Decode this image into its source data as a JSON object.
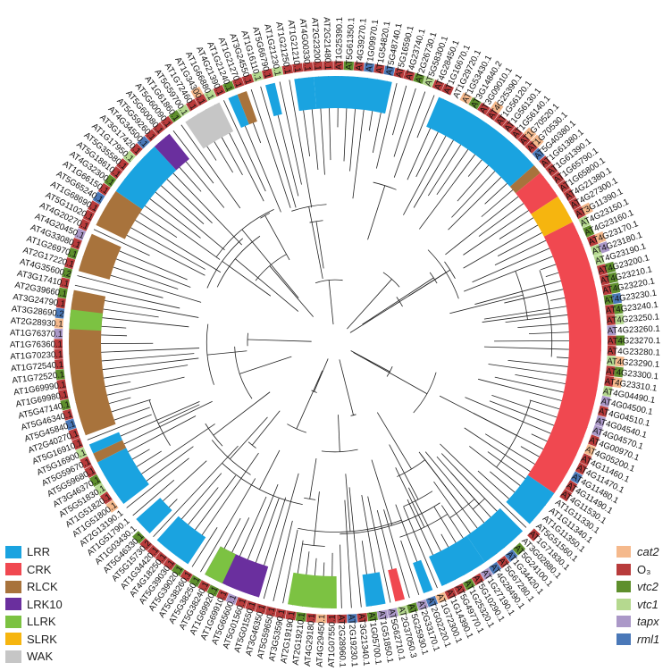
{
  "figure": {
    "subfamilies": [
      {
        "key": "LRR",
        "label": "LRR",
        "color": "#1aa3e0"
      },
      {
        "key": "CRK",
        "label": "CRK",
        "color": "#f04850"
      },
      {
        "key": "RLCK",
        "label": "RLCK",
        "color": "#a8733c"
      },
      {
        "key": "LRK10",
        "label": "LRK10",
        "color": "#6a2f9e"
      },
      {
        "key": "LLRK",
        "label": "LLRK",
        "color": "#7cc242"
      },
      {
        "key": "SLRK",
        "label": "SLRK",
        "color": "#f6b50f"
      },
      {
        "key": "WAK",
        "label": "WAK",
        "color": "#c6c6c6"
      }
    ],
    "markers": [
      {
        "key": "cat2",
        "label": "cat2",
        "color": "#f5b98c",
        "italic": true
      },
      {
        "key": "O3",
        "label": "O₃",
        "color": "#b83b3b",
        "italic": false
      },
      {
        "key": "vtc2",
        "label": "vtc2",
        "color": "#5e8f2c",
        "italic": true
      },
      {
        "key": "vtc1",
        "label": "vtc1",
        "color": "#b5d98f",
        "italic": true
      },
      {
        "key": "tapx",
        "label": "tapx",
        "color": "#ab98c8",
        "italic": true
      },
      {
        "key": "rml1",
        "label": "rml1",
        "color": "#4a78b8",
        "italic": true
      }
    ],
    "tips": [
      {
        "id": "AT1G16670.1",
        "markers": [
          "O3"
        ]
      },
      {
        "id": "AT1G29720.1",
        "markers": []
      },
      {
        "id": "AT1G53430.1",
        "markers": [
          "cat2"
        ]
      },
      {
        "id": "AT3G14840.2",
        "markers": [
          "vtc2"
        ]
      },
      {
        "id": "AT3G09010.1",
        "markers": [
          "O3"
        ]
      },
      {
        "id": "AT4G25390.1",
        "markers": [
          "O3",
          "cat2"
        ]
      },
      {
        "id": "AT1G56120.1",
        "markers": [
          "O3"
        ]
      },
      {
        "id": "AT1G56130.1",
        "markers": [
          "O3"
        ]
      },
      {
        "id": "AT1G56140.1",
        "markers": [
          "O3"
        ]
      },
      {
        "id": "AT1G70520.1",
        "markers": [
          "O3",
          "cat2"
        ]
      },
      {
        "id": "AT1G70530.1",
        "markers": [
          "O3",
          "cat2"
        ]
      },
      {
        "id": "AT5G40380.1",
        "markers": [
          "rml1"
        ]
      },
      {
        "id": "AT1G61380.1",
        "markers": [
          "O3"
        ]
      },
      {
        "id": "AT1G61390.1",
        "markers": [
          "O3"
        ]
      },
      {
        "id": "AT1G65790.1",
        "markers": [
          "O3"
        ]
      },
      {
        "id": "AT1G65800.1",
        "markers": [
          "O3"
        ]
      },
      {
        "id": "AT4G21380.1",
        "markers": [
          "O3"
        ]
      },
      {
        "id": "AT4G27300.1",
        "markers": [
          "O3"
        ]
      },
      {
        "id": "AT3G11390.1",
        "markers": [
          "O3",
          "cat2"
        ]
      },
      {
        "id": "AT4G23150.1",
        "markers": [
          "vtc1"
        ]
      },
      {
        "id": "AT4G23160.1",
        "markers": [
          "vtc2"
        ]
      },
      {
        "id": "AT4G23170.1",
        "markers": [
          "O3",
          "cat2"
        ]
      },
      {
        "id": "AT4G23180.1",
        "markers": [
          "vtc1",
          "tapx"
        ]
      },
      {
        "id": "AT4G23190.1",
        "markers": [
          "vtc1"
        ]
      },
      {
        "id": "AT4G23200.1",
        "markers": [
          "O3",
          "vtc2"
        ]
      },
      {
        "id": "AT4G23210.1",
        "markers": [
          "O3",
          "vtc2"
        ]
      },
      {
        "id": "AT4G23220.1",
        "markers": [
          "O3",
          "vtc2"
        ]
      },
      {
        "id": "AT4G23230.1",
        "markers": [
          "vtc2",
          "rml1"
        ]
      },
      {
        "id": "AT4G23240.1",
        "markers": [
          "O3",
          "vtc2"
        ]
      },
      {
        "id": "AT4G23250.1",
        "markers": [
          "O3",
          "vtc1"
        ]
      },
      {
        "id": "AT4G23260.1",
        "markers": [
          "tapx"
        ]
      },
      {
        "id": "AT4G23270.1",
        "markers": [
          "O3",
          "vtc2"
        ]
      },
      {
        "id": "AT4G23280.1",
        "markers": [
          "O3"
        ]
      },
      {
        "id": "AT4G23290.1",
        "markers": [
          "vtc1",
          "cat2"
        ]
      },
      {
        "id": "AT4G23300.1",
        "markers": [
          "O3",
          "vtc2"
        ]
      },
      {
        "id": "AT4G23310.1",
        "markers": [
          "O3",
          "cat2"
        ]
      },
      {
        "id": "AT4G04490.1",
        "markers": [
          "vtc1"
        ]
      },
      {
        "id": "AT4G04500.1",
        "markers": [
          "tapx"
        ]
      },
      {
        "id": "AT4G04510.1",
        "markers": [
          "O3"
        ]
      },
      {
        "id": "AT4G04540.1",
        "markers": [
          "tapx"
        ]
      },
      {
        "id": "AT4G04570.1",
        "markers": [
          "tapx"
        ]
      },
      {
        "id": "AT4G00970.1",
        "markers": [
          "O3"
        ]
      },
      {
        "id": "AT4G05200.1",
        "markers": [
          "cat2"
        ]
      },
      {
        "id": "AT4G11460.1",
        "markers": [
          "O3"
        ]
      },
      {
        "id": "AT4G11470.1",
        "markers": [
          "O3"
        ]
      },
      {
        "id": "AT4G11480.1",
        "markers": [
          "rml1"
        ]
      },
      {
        "id": "AT4G11490.1",
        "markers": [
          "O3"
        ]
      },
      {
        "id": "AT4G11530.1",
        "markers": [
          "O3"
        ]
      },
      {
        "id": "AT1G11330.1",
        "markers": []
      },
      {
        "id": "AT1G11340.1",
        "markers": []
      },
      {
        "id": "AT1G11350.1",
        "markers": []
      },
      {
        "id": "AT5G51560.1",
        "markers": []
      },
      {
        "id": "AT1G71830.1",
        "markers": [
          "O3"
        ]
      },
      {
        "id": "AT3G02880.1",
        "markers": []
      },
      {
        "id": "AT5G24100.1",
        "markers": [
          "vtc2"
        ]
      },
      {
        "id": "AT1G34420.1",
        "markers": [
          "rml1"
        ]
      },
      {
        "id": "AT5G67280.1",
        "markers": [
          "O3"
        ]
      },
      {
        "id": "AT4G28490.1",
        "markers": [
          "rml1"
        ]
      },
      {
        "id": "AT1G27190.1",
        "markers": [
          "tapx"
        ]
      },
      {
        "id": "AT5G10290.1",
        "markers": [
          "O3"
        ]
      },
      {
        "id": "AT1G25320.1",
        "markers": [
          "vtc2"
        ]
      },
      {
        "id": "AT5G49770.1",
        "markers": [
          "O3"
        ]
      },
      {
        "id": "AT1G14390.1",
        "markers": [
          "O3"
        ]
      },
      {
        "id": "AT1G72300.1",
        "markers": [
          "cat2"
        ]
      },
      {
        "id": "AT2G02220.1",
        "markers": [
          "rml1"
        ]
      },
      {
        "id": "AT2G33170.1",
        "markers": [
          "tapx"
        ]
      },
      {
        "id": "AT5G25930.1",
        "markers": [
          "vtc2"
        ]
      },
      {
        "id": "AT2G37050.3",
        "markers": [
          "vtc1"
        ]
      },
      {
        "id": "AT5G62710.1",
        "markers": [
          "tapx"
        ]
      },
      {
        "id": "AT1G51850.1",
        "markers": [
          "tapx"
        ]
      },
      {
        "id": "AT1G05700.1",
        "markers": [
          "vtc2"
        ]
      },
      {
        "id": "AT3G21340.1",
        "markers": [
          "O3"
        ]
      },
      {
        "id": "AT2G19230.1",
        "markers": [
          "rml1"
        ]
      },
      {
        "id": "AT2G28960.1",
        "markers": [
          "O3"
        ]
      },
      {
        "id": "AT1G07550.1",
        "markers": [
          "O3"
        ]
      },
      {
        "id": "AT4G29450.1",
        "markers": [
          "cat2"
        ]
      },
      {
        "id": "AT4G29180.1",
        "markers": [
          "O3"
        ]
      },
      {
        "id": "AT2G19210.1",
        "markers": [
          "vtc2"
        ]
      },
      {
        "id": "AT2G19190.1",
        "markers": [
          "O3"
        ]
      },
      {
        "id": "AT3G53590.1",
        "markers": [
          "O3"
        ]
      },
      {
        "id": "AT5G59650.1",
        "markers": [
          "O3"
        ]
      },
      {
        "id": "AT3G46350.1",
        "markers": [
          "O3"
        ]
      },
      {
        "id": "AT5G01550.1",
        "markers": [
          "O3"
        ]
      },
      {
        "id": "AT5G01560.1",
        "markers": [
          "O3"
        ]
      },
      {
        "id": "AT5G65600.1",
        "markers": [
          "tapx"
        ]
      },
      {
        "id": "AT1G69910.1",
        "markers": [
          "O3"
        ]
      },
      {
        "id": "AT1G69920.1",
        "markers": [
          "vtc2"
        ]
      },
      {
        "id": "AT5G38240.1",
        "markers": [
          "O3"
        ]
      },
      {
        "id": "AT5G38250.1",
        "markers": [
          "vtc2"
        ]
      },
      {
        "id": "AT5G38260.1",
        "markers": [
          "O3"
        ]
      },
      {
        "id": "AT5G39020.1",
        "markers": [
          "vtc2"
        ]
      },
      {
        "id": "AT5G39030.1",
        "markers": [
          "O3"
        ]
      },
      {
        "id": "AT4G18250.1",
        "markers": [
          "O3"
        ]
      },
      {
        "id": "AT1G34420.1",
        "markers": [
          "O3"
        ]
      },
      {
        "id": "AT5G15730.2",
        "markers": [
          "O3"
        ]
      },
      {
        "id": "AT5G46330.1",
        "markers": [
          "vtc2"
        ]
      },
      {
        "id": "AT1G03430.1",
        "markers": []
      },
      {
        "id": "AT1G51790.1",
        "markers": []
      },
      {
        "id": "AT2G13190.1",
        "markers": []
      },
      {
        "id": "AT1G51800.1",
        "markers": [
          "cat2"
        ]
      },
      {
        "id": "AT1G51820.1",
        "markers": [
          "O3"
        ]
      },
      {
        "id": "AT5G51830.1",
        "markers": [
          "vtc1"
        ]
      },
      {
        "id": "AT3G46370.1",
        "markers": [
          "vtc2"
        ]
      },
      {
        "id": "AT5G59680.1",
        "markers": [
          "O3"
        ]
      },
      {
        "id": "AT5G59670.1",
        "markers": [
          "O3"
        ]
      },
      {
        "id": "AT5G16900.1",
        "markers": [
          "vtc1"
        ]
      },
      {
        "id": "AT5G16910.1",
        "markers": [
          "O3"
        ]
      },
      {
        "id": "AT2G40270.1",
        "markers": [
          "O3"
        ]
      },
      {
        "id": "AT5G45840.1",
        "markers": [
          "rml1"
        ]
      },
      {
        "id": "AT5G46340.1",
        "markers": [
          "O3"
        ]
      },
      {
        "id": "AT5G47140.1",
        "markers": [
          "vtc2"
        ]
      },
      {
        "id": "AT1G69980.1",
        "markers": [
          "O3"
        ]
      },
      {
        "id": "AT1G69990.1",
        "markers": [
          "O3"
        ]
      },
      {
        "id": "AT1G72520.1",
        "markers": [
          "vtc2"
        ]
      },
      {
        "id": "AT1G72540.1",
        "markers": [
          "O3"
        ]
      },
      {
        "id": "AT1G70230.1",
        "markers": [
          "O3"
        ]
      },
      {
        "id": "AT1G76360.1",
        "markers": [
          "O3"
        ]
      },
      {
        "id": "AT1G76370.1",
        "markers": [
          "tapx"
        ]
      },
      {
        "id": "AT2G28930.1",
        "markers": [
          "cat2"
        ]
      },
      {
        "id": "AT3G28690.2",
        "markers": [
          "rml1"
        ]
      },
      {
        "id": "AT3G24790.1",
        "markers": [
          "O3"
        ]
      },
      {
        "id": "AT2G39660.1",
        "markers": [
          "vtc2"
        ]
      },
      {
        "id": "AT3G17410.1",
        "markers": [
          "O3"
        ]
      },
      {
        "id": "AT4G35600.2",
        "markers": [
          "vtc2"
        ]
      },
      {
        "id": "AT2G17220.1",
        "markers": [
          "O3"
        ]
      },
      {
        "id": "AT1G26970.1",
        "markers": [
          "vtc2"
        ]
      },
      {
        "id": "AT4G33080.1",
        "markers": [
          "O3"
        ]
      },
      {
        "id": "AT4G20450.1",
        "markers": [
          "tapx"
        ]
      },
      {
        "id": "AT4G20270.1",
        "markers": [
          "O3"
        ]
      },
      {
        "id": "AT5G11020.1",
        "markers": [
          "O3"
        ]
      },
      {
        "id": "AT1G68690.1",
        "markers": [
          "O3"
        ]
      },
      {
        "id": "AT5G65240.1",
        "markers": [
          "rml1"
        ]
      },
      {
        "id": "AT1G66150.1",
        "markers": [
          "O3"
        ]
      },
      {
        "id": "AT4G32300.1",
        "markers": [
          "vtc2"
        ]
      },
      {
        "id": "AT5G18610.1",
        "markers": [
          "O3"
        ]
      },
      {
        "id": "AT5G35580.1",
        "markers": [
          "O3"
        ]
      },
      {
        "id": "AT1G17950.1",
        "markers": [
          "vtc1"
        ]
      },
      {
        "id": "AT3G17420.1",
        "markers": [
          "O3"
        ]
      },
      {
        "id": "AT4G34500.1",
        "markers": [
          "rml1"
        ]
      },
      {
        "id": "AT5G59260.1",
        "markers": [
          "O3"
        ]
      },
      {
        "id": "AT5G60080.1",
        "markers": [
          "O3"
        ]
      },
      {
        "id": "AT5G60090.1",
        "markers": [
          "O3"
        ]
      },
      {
        "id": "AT1G61860.1",
        "markers": [
          "vtc2"
        ]
      },
      {
        "id": "AT5G59700.1",
        "markers": [
          "vtc1"
        ]
      },
      {
        "id": "AT1G72460.1",
        "markers": [
          "O3"
        ]
      },
      {
        "id": "AT1G34300.1",
        "markers": [
          "O3",
          "cat2"
        ]
      },
      {
        "id": "AT1G66880.1",
        "markers": [
          "vtc1"
        ]
      },
      {
        "id": "AT4G21390.1",
        "markers": [
          "O3"
        ]
      },
      {
        "id": "AT1G21240.1",
        "markers": [
          "vtc2"
        ]
      },
      {
        "id": "AT1G21270.1",
        "markers": [
          "O3"
        ]
      },
      {
        "id": "AT3G24550.1",
        "markers": [
          "O3"
        ]
      },
      {
        "id": "AT1G16110.1",
        "markers": [
          "vtc1"
        ]
      },
      {
        "id": "AT5G66790.1",
        "markers": [
          "O3"
        ]
      },
      {
        "id": "AT1G21230.1",
        "markers": [
          "vtc1"
        ]
      },
      {
        "id": "AT1G21250.1",
        "markers": [
          "O3"
        ]
      },
      {
        "id": "AT1G21210.1",
        "markers": [
          "O3"
        ]
      },
      {
        "id": "AT4G00330.1",
        "markers": [
          "O3"
        ]
      },
      {
        "id": "AT2G23200.1",
        "markers": [
          "O3"
        ]
      },
      {
        "id": "AT2G21480.1",
        "markers": [
          "O3"
        ]
      },
      {
        "id": "AT1G25390.1",
        "markers": [
          "O3"
        ]
      },
      {
        "id": "AT5G61350.1",
        "markers": [
          "vtc2"
        ]
      },
      {
        "id": "AT4G39270.1",
        "markers": [
          "O3"
        ]
      },
      {
        "id": "AT1G09970.1",
        "markers": [
          "rml1"
        ]
      },
      {
        "id": "AT1G54820.1",
        "markers": [
          "O3"
        ]
      },
      {
        "id": "AT5G48740.1",
        "markers": [
          "rml1"
        ]
      },
      {
        "id": "AT5G16590.1",
        "markers": [
          "O3"
        ]
      },
      {
        "id": "AT4G23740.1",
        "markers": [
          "O3"
        ]
      },
      {
        "id": "AT2G26730.1",
        "markers": [
          "vtc2"
        ]
      },
      {
        "id": "AT5G58300.1",
        "markers": [
          "vtc1"
        ]
      },
      {
        "id": "AT4G28450.1",
        "markers": [
          "O3"
        ]
      }
    ]
  }
}
